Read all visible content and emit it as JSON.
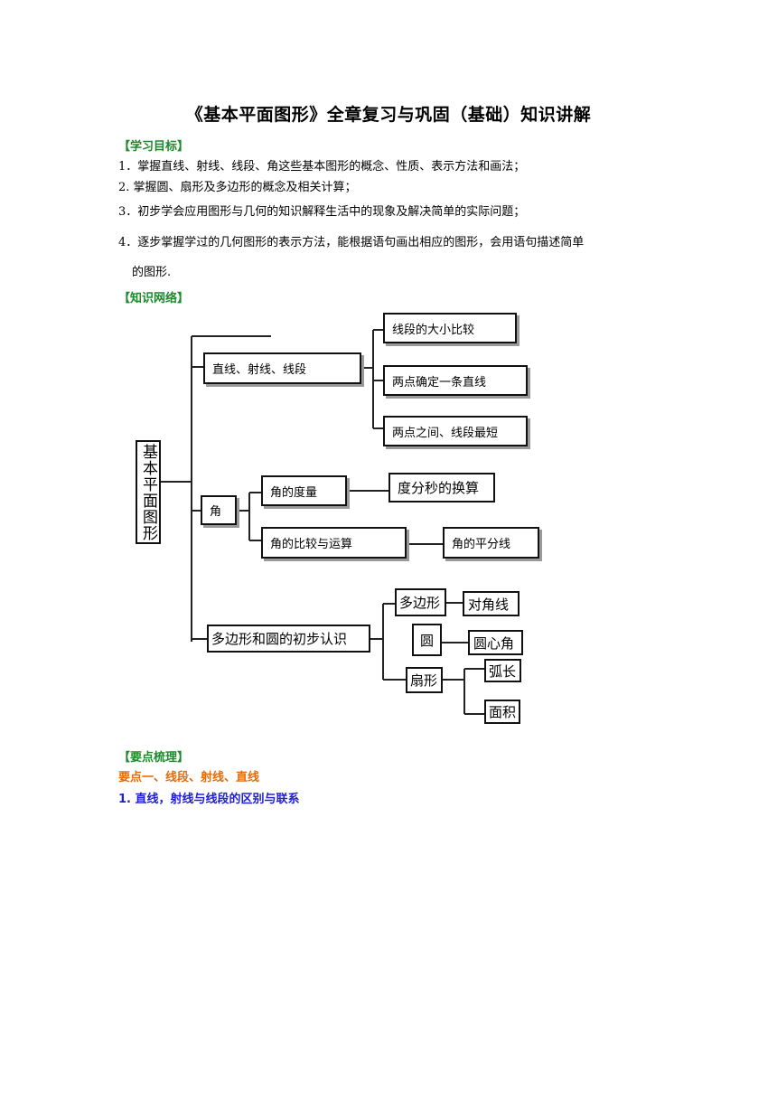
{
  "title": "《基本平面图形》全章复习与巩固（基础）知识讲解",
  "objectives": {
    "heading": "【学习目标】",
    "items": [
      "1．掌握直线、射线、线段、角这些基本图形的概念、性质、表示方法和画法；",
      "2. 掌握圆、扇形及多边形的概念及相关计算；",
      "3．初步学会应用图形与几何的知识解释生活中的现象及解决简单的实际问题；",
      "4．逐步掌握学过的几何图形的表示方法，能根据语句画出相应的图形，会用语句描述简单",
      "的图形."
    ]
  },
  "network": {
    "heading": "【知识网络】",
    "root": "基本平面图形",
    "branch1": "直线、射线、线段",
    "leaf1a": "线段的大小比较",
    "leaf1b": "两点确定一条直线",
    "leaf1c": "两点之间、线段最短",
    "branch2": "角",
    "angle_measure": "角的度量",
    "dms": "度分秒的换算",
    "angle_compare": "角的比较与运算",
    "bisector": "角的平分线",
    "branch3": "多边形和圆的初步认识",
    "polygon": "多边形",
    "diagonal": "对角线",
    "circle": "圆",
    "center_angle": "圆心角",
    "sector": "扇形",
    "arc": "弧长",
    "area": "面积"
  },
  "points": {
    "heading": "【要点梳理】",
    "point1": "要点一、线段、射线、直线",
    "sub1": "1. 直线，射线与线段的区别与联系"
  }
}
